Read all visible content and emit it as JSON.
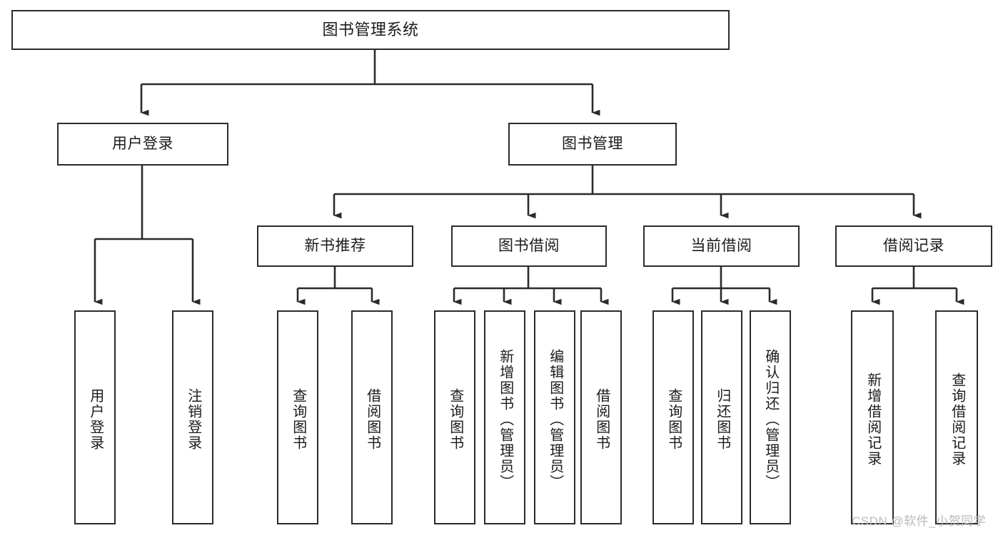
{
  "diagram": {
    "title": "图书管理系统",
    "type": "tree-hierarchy-diagram",
    "root": {
      "label": "图书管理系统"
    },
    "level2": [
      {
        "label": "用户登录"
      },
      {
        "label": "图书管理"
      }
    ],
    "level3": [
      {
        "label": "新书推荐"
      },
      {
        "label": "图书借阅"
      },
      {
        "label": "当前借阅"
      },
      {
        "label": "借阅记录"
      }
    ],
    "leaves": {
      "user_login": [
        {
          "label": "用户登录"
        },
        {
          "label": "注销登录"
        }
      ],
      "new_book_recommend": [
        {
          "label": "查询图书"
        },
        {
          "label": "借阅图书"
        }
      ],
      "book_borrow": [
        {
          "label": "查询图书"
        },
        {
          "label": "新增图书（管理员）"
        },
        {
          "label": "编辑图书（管理员）"
        },
        {
          "label": "借阅图书"
        }
      ],
      "current_borrow": [
        {
          "label": "查询图书"
        },
        {
          "label": "归还图书"
        },
        {
          "label": "确认归还（管理员）"
        }
      ],
      "borrow_record": [
        {
          "label": "新增借阅记录"
        },
        {
          "label": "查询借阅记录"
        }
      ]
    }
  },
  "watermark": {
    "text": "CSDN @软件_小贺同学"
  },
  "colors": {
    "stroke": "#2b2b2b",
    "background": "#ffffff",
    "text": "#1b1b1b",
    "watermark": "#b9b9b9"
  }
}
